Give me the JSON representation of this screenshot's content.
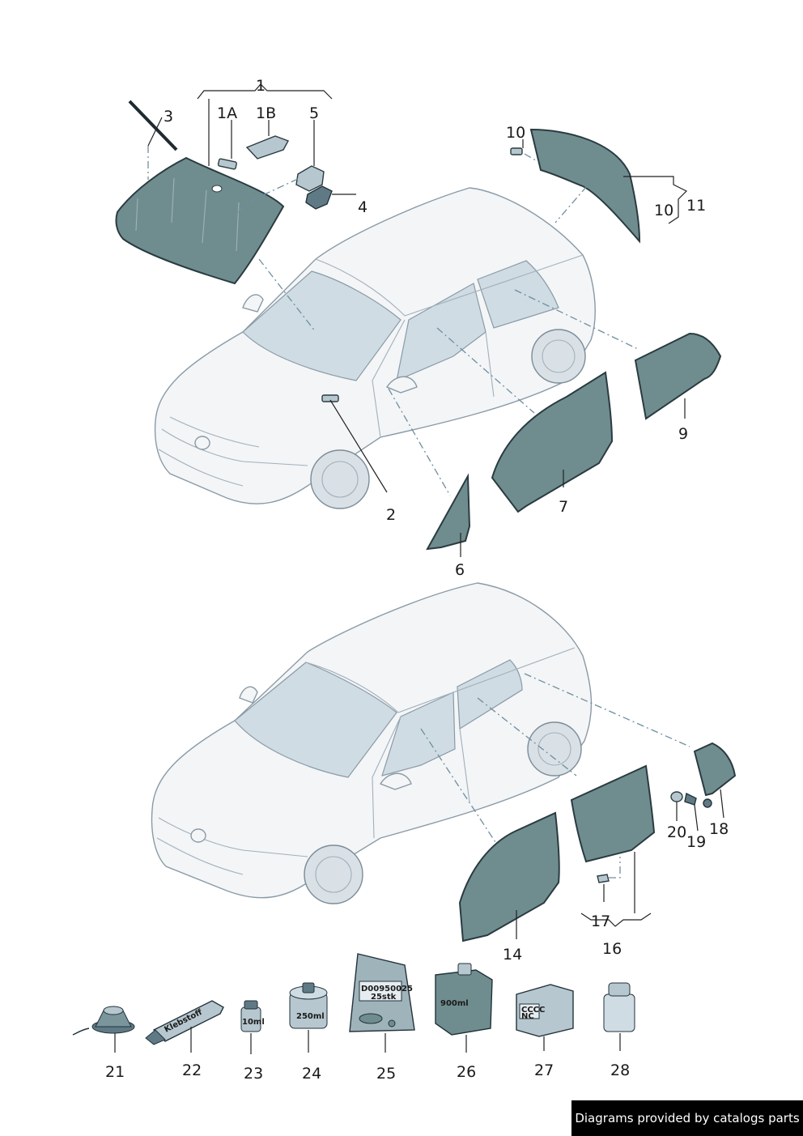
{
  "labels": {
    "l1": "1",
    "l1A": "1A",
    "l1B": "1B",
    "l2": "2",
    "l3": "3",
    "l4": "4",
    "l5": "5",
    "l6": "6",
    "l7": "7",
    "l9": "9",
    "l10a": "10",
    "l10b": "10",
    "l11": "11",
    "l14": "14",
    "l16": "16",
    "l17": "17",
    "l18": "18",
    "l19": "19",
    "l20": "20",
    "l21": "21",
    "l22": "22",
    "l23": "23",
    "l24": "24",
    "l25": "25",
    "l26": "26",
    "l27": "27",
    "l28": "28"
  },
  "packages": {
    "tube": "Klebstoff",
    "bottle_small": "10ml",
    "can": "250ml",
    "bag_code": "D00950025",
    "bag_qty": "25stk",
    "big_bottle": "900ml",
    "box_line1": "CCCC",
    "box_line2": "NC"
  },
  "footer": "Diagrams provided by catalogs parts"
}
